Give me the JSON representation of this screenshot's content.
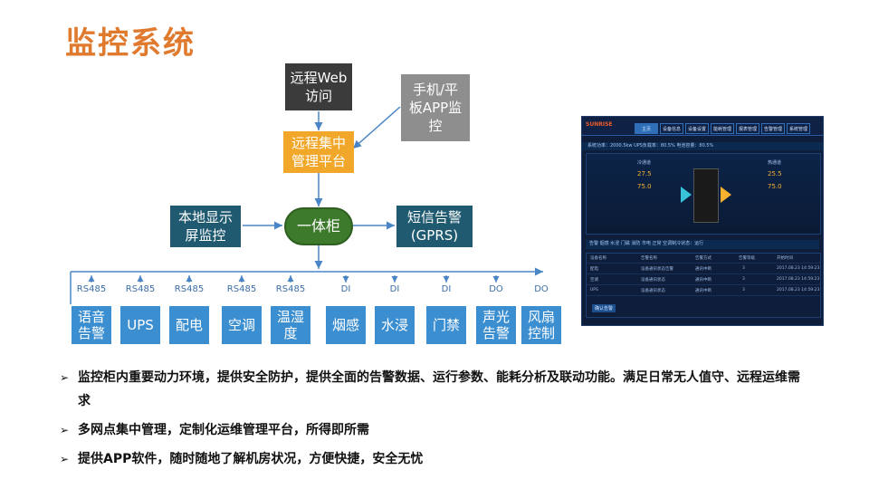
{
  "title": "监控系统",
  "diagram": {
    "remote_web": "远程Web\n访问",
    "mobile": "手机/平\n板APP监\n控",
    "central": "远程集中\n管理平台",
    "local_screen": "本地显示\n屏监控",
    "cabinet": "一体柜",
    "sms": "短信告警\n(GPRS)",
    "sensors": [
      {
        "proto": "RS485",
        "label": "语音\n告警"
      },
      {
        "proto": "RS485",
        "label": "UPS"
      },
      {
        "proto": "RS485",
        "label": "配电"
      },
      {
        "proto": "RS485",
        "label": "空调"
      },
      {
        "proto": "RS485",
        "label": "温湿\n度"
      },
      {
        "proto": "DI",
        "label": "烟感"
      },
      {
        "proto": "DI",
        "label": "水浸"
      },
      {
        "proto": "DI",
        "label": "门禁"
      },
      {
        "proto": "DO",
        "label": "声光\n告警"
      },
      {
        "proto": "DO",
        "label": "风扇\n控制"
      }
    ]
  },
  "screen": {
    "logo": "SUNRISE",
    "tabs": [
      "主页",
      "设备信息",
      "设备设置",
      "能耗管理",
      "报表管理",
      "告警管理",
      "系统管理"
    ],
    "status": "系统功率：2000.5kw    UPS负载率：80.5%    电池容量：80.5%",
    "cold_label": "冷通道",
    "hot_label": "热通道",
    "cold_temp": "27.5",
    "cold_hum": "75.0",
    "hot_temp": "25.5",
    "hot_hum": "75.0",
    "sub_tabs": "告警    烟感    水浸    门磁    消防    市电    正常    空调制冷状态：运行",
    "table_header": [
      "设备名称",
      "告警名称",
      "告警方式",
      "告警等级",
      "开始时间"
    ],
    "rows": [
      [
        "配电",
        "设备通讯状态告警",
        "通讯中断",
        "3",
        "2017.08.23 14:59:23"
      ],
      [
        "空调",
        "设备通讯状态",
        "通讯中断",
        "3",
        "2017.08.23 14:59:23"
      ],
      [
        "UPS",
        "设备通讯状态",
        "通讯中断",
        "3",
        "2017.08.23 14:59:23"
      ]
    ],
    "footer": "确认告警"
  },
  "bullets": [
    "监控柜内重要动力环境，提供安全防护，提供全面的告警数据、运行参数、能耗分析及联动功能。满足日常无人值守、远程运维需求",
    "多网点集中管理，定制化运维管理平台，所得即所需",
    "提供APP软件，随时随地了解机房状况，方便快捷，安全无忧"
  ],
  "colors": {
    "title": "#e07a2e",
    "sensor": "#3b8ed0",
    "cabinet": "#3d7a2b",
    "central": "#f0a72a"
  }
}
